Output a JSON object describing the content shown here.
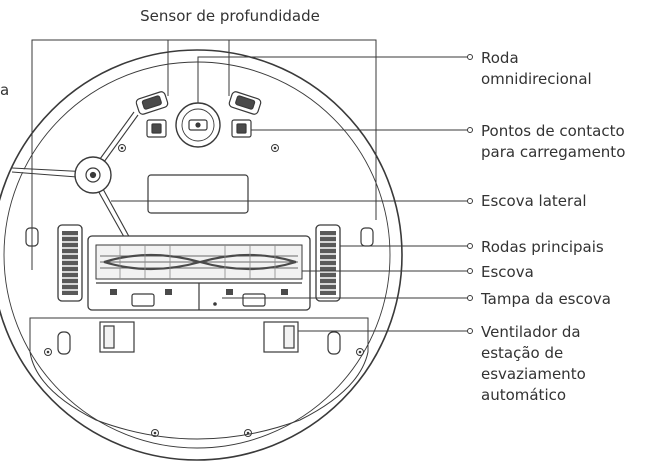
{
  "labels": {
    "top": "Sensor de profundidade",
    "edge": "a",
    "roda": "Roda\nomnidirecional",
    "pontos": "Pontos de contacto\npara carregamento",
    "escova_lateral": "Escova lateral",
    "rodas_principais": "Rodas principais",
    "escova": "Escova",
    "tampa": "Tampa da escova",
    "ventilador": "Ventilador da\nestação de\nesvaziamento\nautomático"
  },
  "colors": {
    "line": "#3a3a3a",
    "fill_dark": "#4a4a4a",
    "fill_light": "#f2f2f2"
  }
}
